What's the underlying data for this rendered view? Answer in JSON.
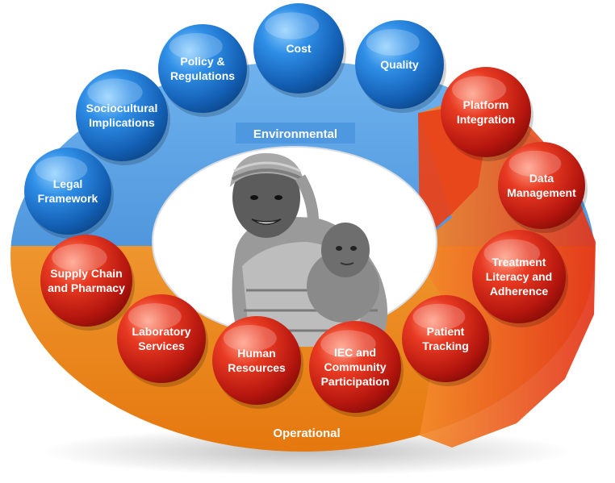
{
  "labels": {
    "environmental": "Environmental",
    "operational": "Operational"
  },
  "colors": {
    "blue_band": "#3d8fdc",
    "blue_band_dark": "#2266b3",
    "orange_band": "#f39a1f",
    "orange_band_dark": "#d9700c",
    "red_arrow": "#e8431a",
    "blue_bubble": "#1f7fd6",
    "red_bubble": "#d9261a"
  },
  "bubbles": [
    {
      "id": "legal-framework",
      "color": "blue",
      "lines": [
        "Legal",
        "Framework"
      ]
    },
    {
      "id": "sociocultural-implications",
      "color": "blue",
      "lines": [
        "Sociocultural",
        "Implications"
      ]
    },
    {
      "id": "policy-regulations",
      "color": "blue",
      "lines": [
        "Policy &",
        "Regulations"
      ]
    },
    {
      "id": "cost",
      "color": "blue",
      "lines": [
        "Cost"
      ]
    },
    {
      "id": "quality",
      "color": "blue",
      "lines": [
        "Quality"
      ]
    },
    {
      "id": "platform-integration",
      "color": "red",
      "lines": [
        "Platform",
        "Integration"
      ]
    },
    {
      "id": "data-management",
      "color": "red",
      "lines": [
        "Data",
        "Management"
      ]
    },
    {
      "id": "treatment-literacy",
      "color": "red",
      "lines": [
        "Treatment",
        "Literacy and",
        "Adherence"
      ]
    },
    {
      "id": "patient-tracking",
      "color": "red",
      "lines": [
        "Patient",
        "Tracking"
      ]
    },
    {
      "id": "iec-community",
      "color": "red",
      "lines": [
        "IEC and",
        "Community",
        "Participation"
      ]
    },
    {
      "id": "human-resources",
      "color": "red",
      "lines": [
        "Human",
        "Resources"
      ]
    },
    {
      "id": "laboratory-services",
      "color": "red",
      "lines": [
        "Laboratory",
        "Services"
      ]
    },
    {
      "id": "supply-chain",
      "color": "red",
      "lines": [
        "Supply Chain",
        "and Pharmacy"
      ]
    }
  ]
}
